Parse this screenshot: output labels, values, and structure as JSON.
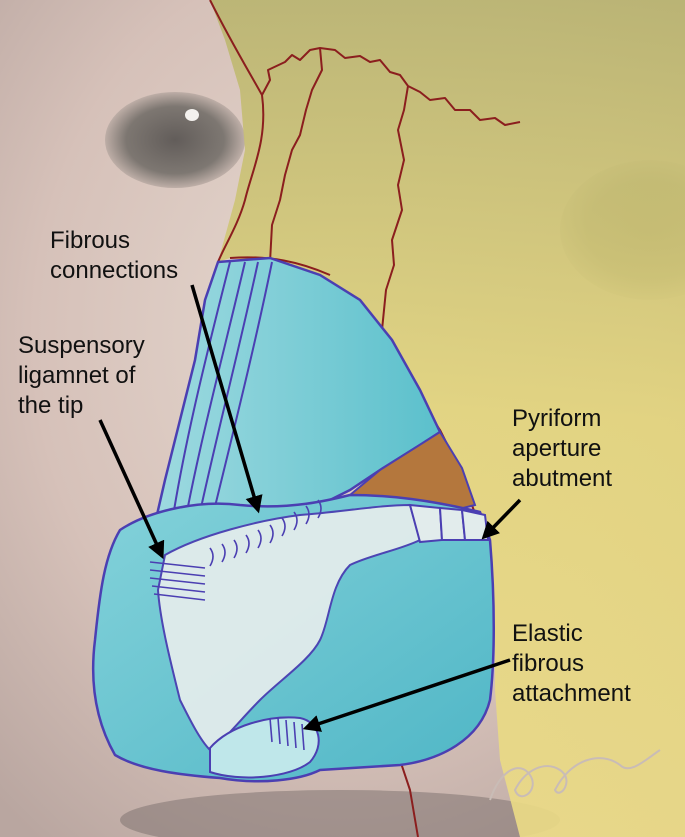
{
  "colors": {
    "background_skin": "#d9c7c0",
    "bone_yellow": "#e7d97a",
    "cartilage_cyan": "#67c6d1",
    "cartilage_light": "#bfe7ea",
    "tissue_brown": "#b4773d",
    "suture_line": "#8b1e1e",
    "cartilage_outline": "#4b3fb2",
    "label_text": "#111111"
  },
  "labels": {
    "fibrous_connections": [
      "Fibrous",
      "connections"
    ],
    "suspensory_ligament": [
      "Suspensory",
      "ligamnet of",
      "the tip"
    ],
    "pyriform_aperture": [
      "Pyriform",
      "aperture",
      "abutment"
    ],
    "elastic_fibrous": [
      "Elastic",
      "fibrous",
      "attachment"
    ]
  }
}
